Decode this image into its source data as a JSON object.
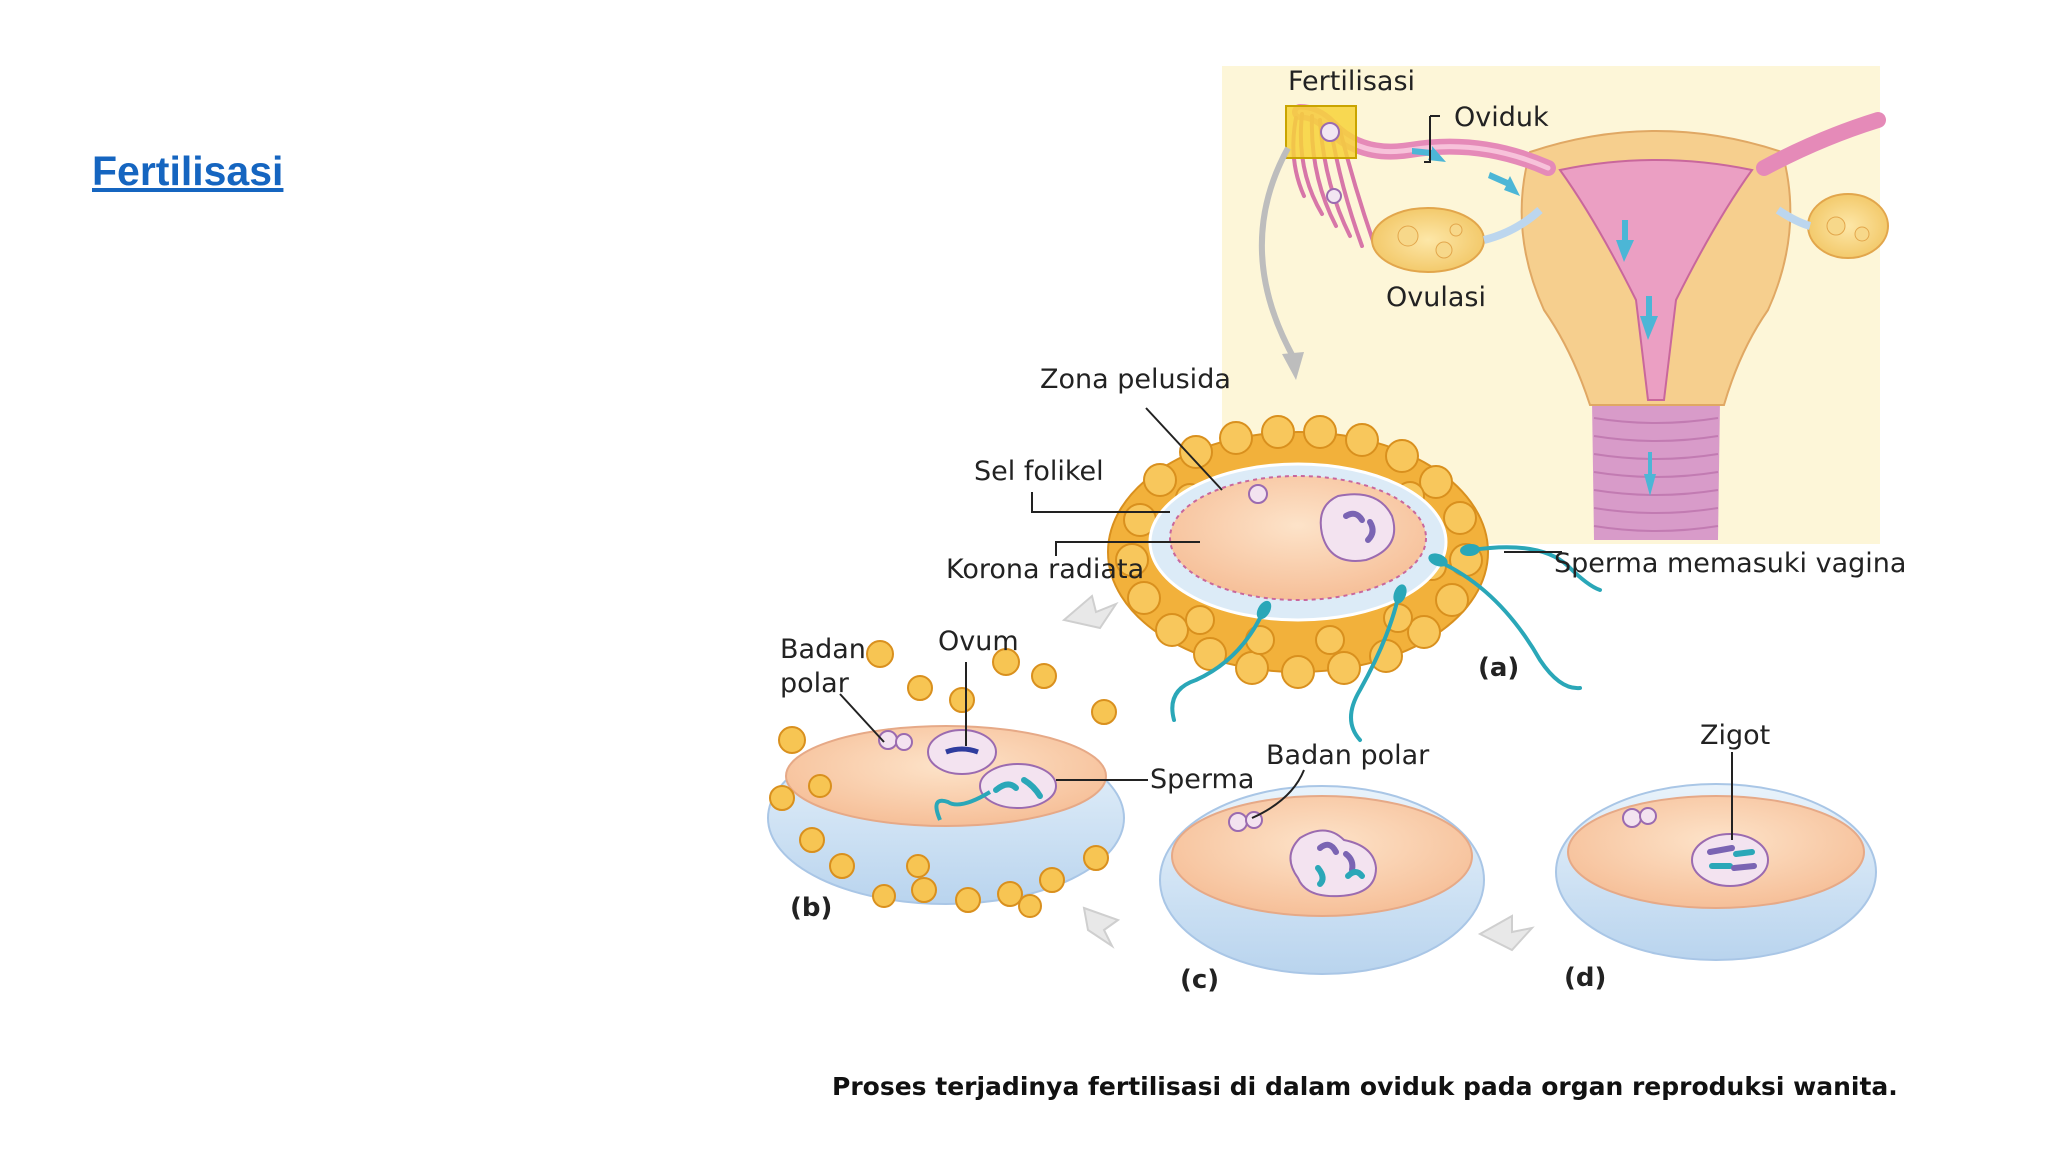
{
  "slide": {
    "title": "Fertilisasi",
    "caption": "Proses terjadinya fertilisasi di dalam oviduk pada organ reproduksi wanita."
  },
  "labels": {
    "fertilisasi": "Fertilisasi",
    "oviduk": "Oviduk",
    "ovulasi": "Ovulasi",
    "zona_pelusida": "Zona pelusida",
    "sel_folikel": "Sel folikel",
    "korona_radiata": "Korona radiata",
    "sperma_memasuki_vagina": "Sperma memasuki vagina",
    "badan_polar_b_line1": "Badan",
    "badan_polar_b_line2": "polar",
    "ovum": "Ovum",
    "sperma": "Sperma",
    "badan_polar_c": "Badan polar",
    "zigot": "Zigot"
  },
  "panels": {
    "a": "(a)",
    "b": "(b)",
    "c": "(c)",
    "d": "(d)"
  },
  "colors": {
    "title": "#1565c0",
    "uterus": "#f6cf8e",
    "oviduct_tube": "#e58ab8",
    "follicle_cells": "#f2b13b",
    "cytoplasm": "#f9d4b4",
    "zona": "#d4e8f6",
    "sperm": "#2aa7b8",
    "nucleus": "#f3e3f0",
    "chromosome": "#7a64b3",
    "highlight_box": "#f7d23a"
  }
}
